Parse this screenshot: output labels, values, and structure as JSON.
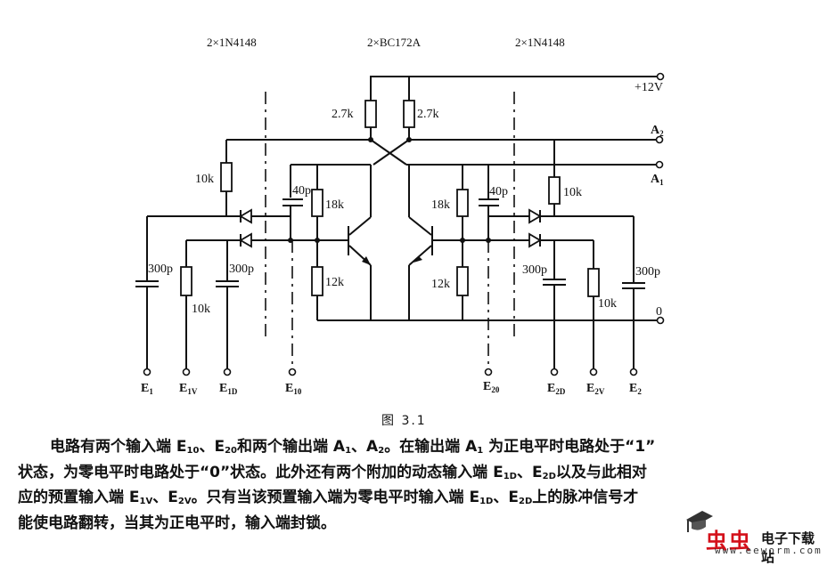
{
  "schematic": {
    "headers": {
      "left_diodes": "2×1N4148",
      "transistors": "2×BC172A",
      "right_diodes": "2×1N4148"
    },
    "supply_label": "+12V",
    "ground_label": "0",
    "outputs": {
      "a2": "A",
      "a2_sub": "2",
      "a1": "A",
      "a1_sub": "1"
    },
    "components": {
      "r_collector_left": "2.7k",
      "r_collector_right": "2.7k",
      "r_bias_left": "10k",
      "r_bias_right": "10k",
      "r_base_top_left": "18k",
      "r_base_top_right": "18k",
      "r_base_bot_left": "12k",
      "r_base_bot_right": "12k",
      "c_speedup_left": "40p",
      "c_speedup_right": "40p",
      "c_in_left_1": "300p",
      "c_in_left_2": "300p",
      "c_in_right_1": "300p",
      "c_in_right_2": "300p",
      "r_preset_left": "10k",
      "r_preset_right": "10k"
    },
    "pins": [
      {
        "main": "E",
        "sub": "1"
      },
      {
        "main": "E",
        "sub": "1V"
      },
      {
        "main": "E",
        "sub": "1D"
      },
      {
        "main": "E",
        "sub": "10"
      },
      {
        "main": "E",
        "sub": "20"
      },
      {
        "main": "E",
        "sub": "2D"
      },
      {
        "main": "E",
        "sub": "2V"
      },
      {
        "main": "E",
        "sub": "2"
      }
    ]
  },
  "caption": "图 3.1",
  "paragraph": {
    "line1_a": "电路有两个输入端 E",
    "line1_s1": "10",
    "line1_b": "、E",
    "line1_s2": "20",
    "line1_c": "和两个输出端 A",
    "line1_s3": "1",
    "line1_d": "、A",
    "line1_s4": "2",
    "line1_e": "。在输出端 A",
    "line1_s5": "1",
    "line1_f": " 为正电平时电路处于“1”",
    "line2_a": "状态，为零电平时电路处于“0”状态。此外还有两个附加的动态输入端 E",
    "line2_s1": "1D",
    "line2_b": "、E",
    "line2_s2": "2D",
    "line2_c": "以及与此相对",
    "line3_a": "应的预置输入端 E",
    "line3_s1": "1V",
    "line3_b": "、E",
    "line3_s2": "2V",
    "line3_c": "。只有当该预置输入端为零电平时输入端 E",
    "line3_s3": "1D",
    "line3_d": "、E",
    "line3_s4": "2D",
    "line3_e": "上的脉冲信号才",
    "line4": "能使电路翻转，当其为正电平时，输入端封锁。"
  },
  "watermark": {
    "logo": "虫虫",
    "site": "电子下载站",
    "url": "www.eeworm.com",
    "logo_color": "#d4101a"
  }
}
